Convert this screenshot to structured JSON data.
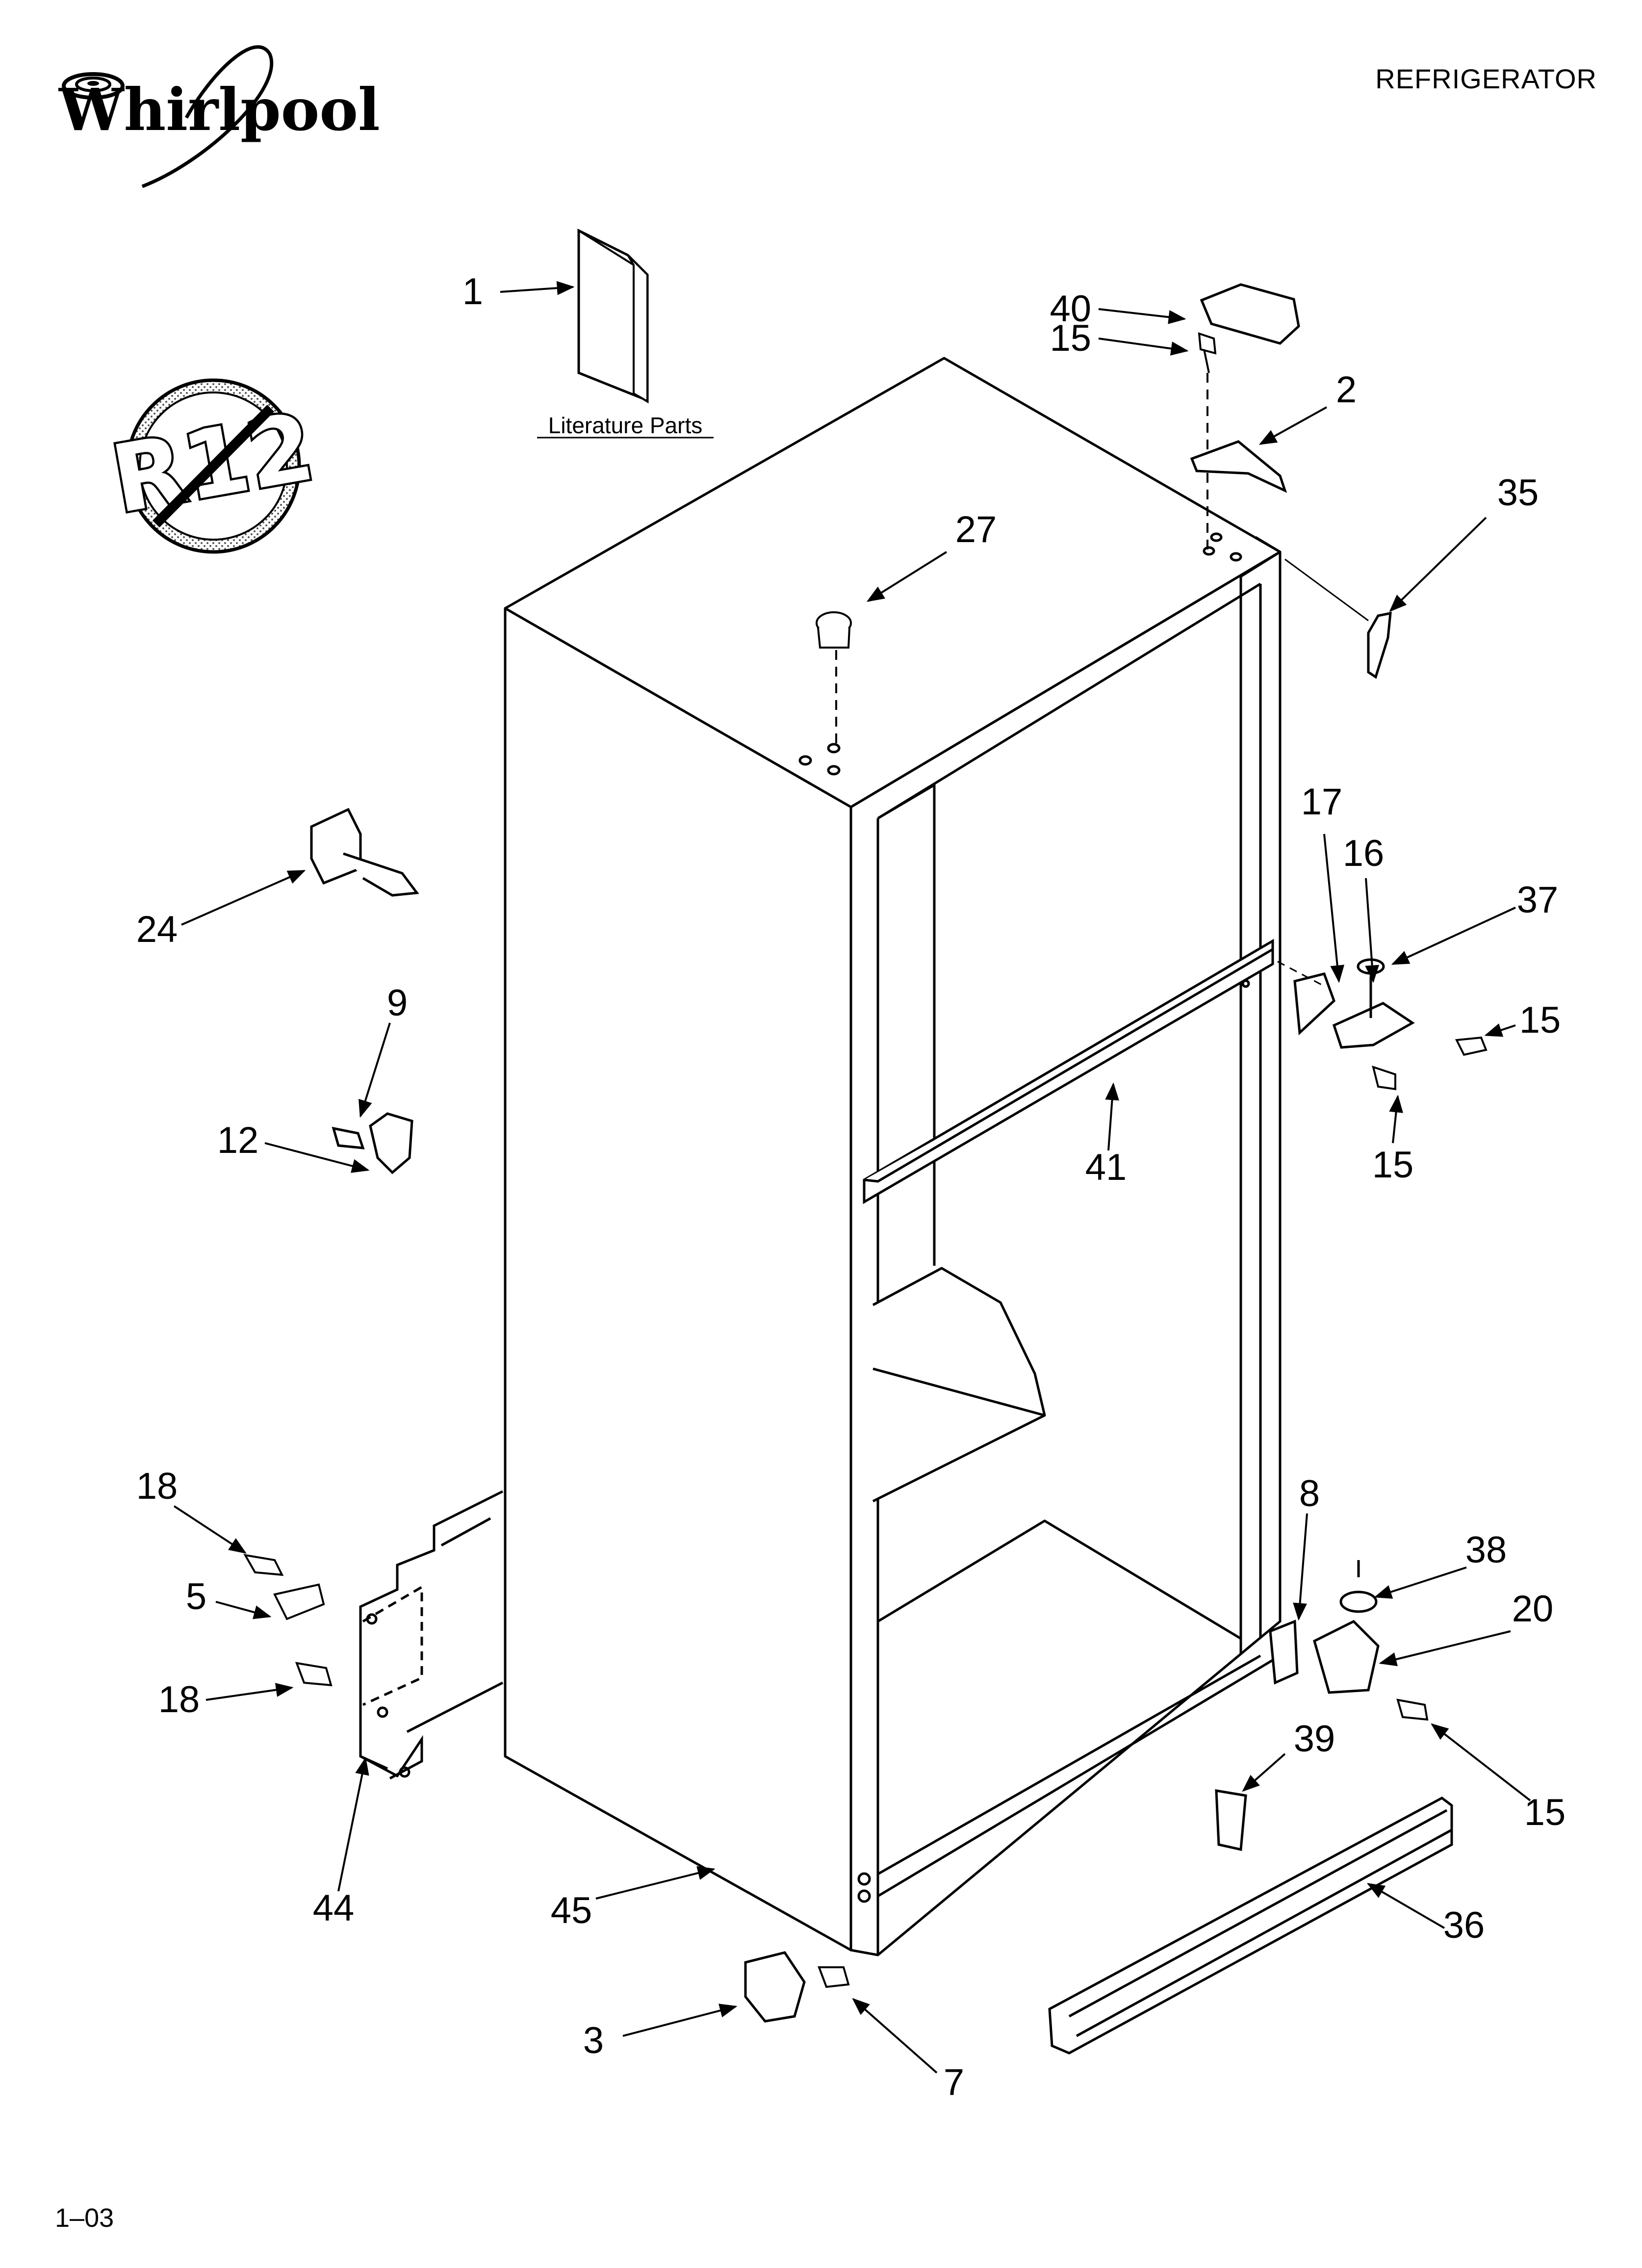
{
  "header": {
    "brand_logo_text": "Whirlpool",
    "product_title": "REFRIGERATOR"
  },
  "notices": {
    "r12_badge_text": "R12",
    "literature_caption": "Literature Parts"
  },
  "footer": {
    "page_code": "1–03"
  },
  "callouts": [
    {
      "id": "c1",
      "label": "1"
    },
    {
      "id": "c40",
      "label": "40"
    },
    {
      "id": "c15a",
      "label": "15"
    },
    {
      "id": "c2",
      "label": "2"
    },
    {
      "id": "c35",
      "label": "35"
    },
    {
      "id": "c27",
      "label": "27"
    },
    {
      "id": "c24",
      "label": "24"
    },
    {
      "id": "c9",
      "label": "9"
    },
    {
      "id": "c12",
      "label": "12"
    },
    {
      "id": "c17",
      "label": "17"
    },
    {
      "id": "c16",
      "label": "16"
    },
    {
      "id": "c37",
      "label": "37"
    },
    {
      "id": "c15b",
      "label": "15"
    },
    {
      "id": "c15c",
      "label": "15"
    },
    {
      "id": "c41",
      "label": "41"
    },
    {
      "id": "c18a",
      "label": "18"
    },
    {
      "id": "c5",
      "label": "5"
    },
    {
      "id": "c18b",
      "label": "18"
    },
    {
      "id": "c44",
      "label": "44"
    },
    {
      "id": "c45",
      "label": "45"
    },
    {
      "id": "c8",
      "label": "8"
    },
    {
      "id": "c38",
      "label": "38"
    },
    {
      "id": "c20",
      "label": "20"
    },
    {
      "id": "c39",
      "label": "39"
    },
    {
      "id": "c15d",
      "label": "15"
    },
    {
      "id": "c36",
      "label": "36"
    },
    {
      "id": "c3",
      "label": "3"
    },
    {
      "id": "c7",
      "label": "7"
    }
  ]
}
